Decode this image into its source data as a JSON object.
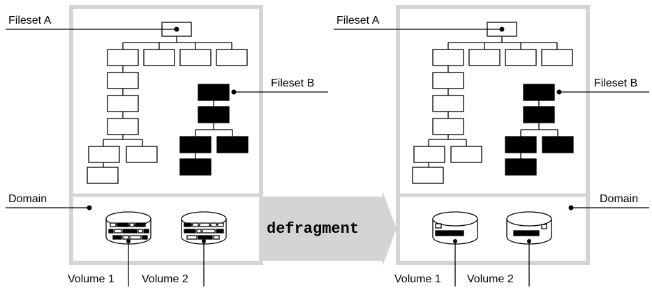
{
  "left": {
    "fileset_a_label": "Fileset A",
    "fileset_b_label": "Fileset B",
    "domain_label": "Domain",
    "volume1_label": "Volume 1",
    "volume2_label": "Volume 2"
  },
  "arrow": {
    "label": "defragment"
  },
  "right": {
    "fileset_a_label": "Fileset A",
    "fileset_b_label": "Fileset B",
    "domain_label": "Domain",
    "volume1_label": "Volume 1",
    "volume2_label": "Volume 2"
  },
  "colors": {
    "frame": "#d4d4d4",
    "arrow": "#d4d4d4",
    "fill_b": "#000000"
  }
}
